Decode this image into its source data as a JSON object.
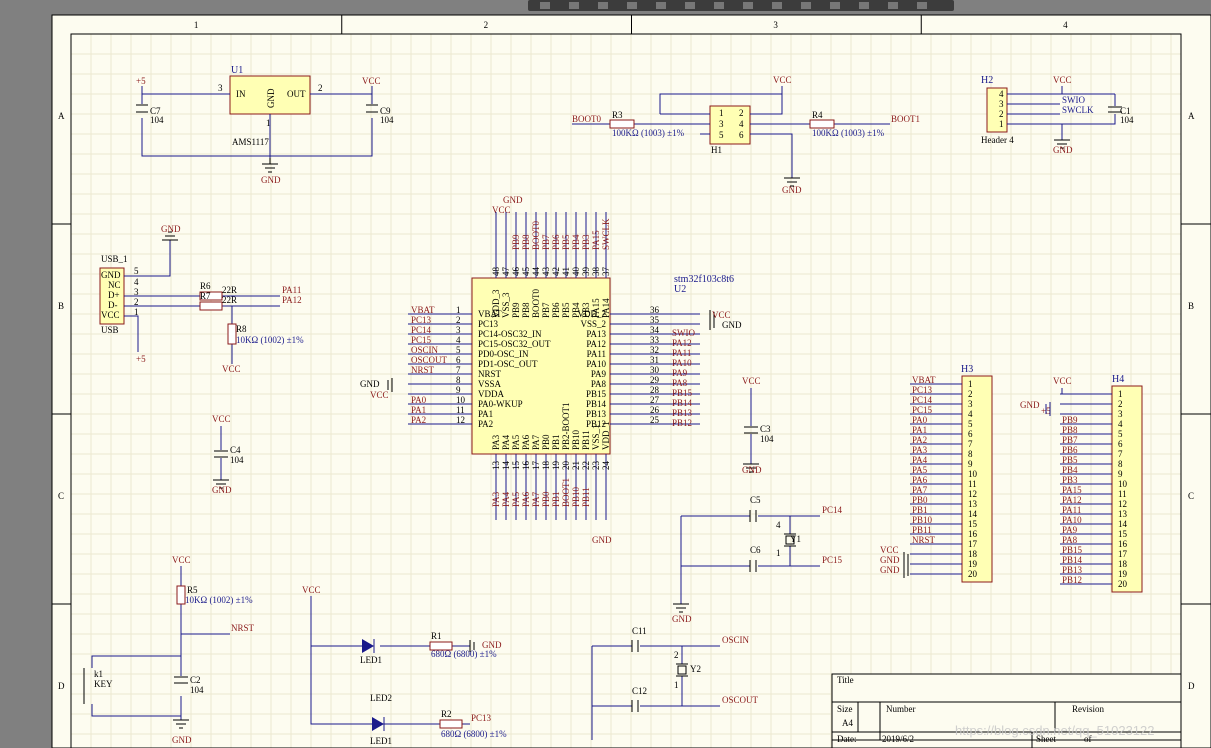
{
  "frame": {
    "columns": [
      "1",
      "2",
      "3",
      "4"
    ],
    "rows": [
      "A",
      "B",
      "C",
      "D"
    ]
  },
  "regulator": {
    "ref": "U1",
    "part": "AMS1117",
    "in_pin": "IN",
    "gnd_pin": "GND",
    "out_pin": "OUT",
    "pin_in": "3",
    "pin_out": "2",
    "pin_gnd": "1",
    "in_net": "+5",
    "out_net": "VCC",
    "gnd": "GND",
    "c_in": {
      "ref": "C7",
      "value": "104"
    },
    "c_out": {
      "ref": "C9",
      "value": "104"
    }
  },
  "boot": {
    "ref": "H1",
    "net_left": "BOOT0",
    "net_right": "BOOT1",
    "vcc": "VCC",
    "gnd": "GND",
    "r_left": {
      "ref": "R3",
      "value": "100KΩ (1003) ±1%"
    },
    "r_right": {
      "ref": "R4",
      "value": "100KΩ (1003) ±1%"
    },
    "pins": [
      "1",
      "2",
      "3",
      "4",
      "5",
      "6"
    ]
  },
  "swd": {
    "ref": "H2",
    "part": "Header 4",
    "pins": [
      "4",
      "3",
      "2",
      "1"
    ],
    "nets": [
      "SWIO",
      "SWCLK"
    ],
    "vcc": "VCC",
    "gnd": "GND",
    "cap": {
      "ref": "C1",
      "value": "104"
    }
  },
  "usb": {
    "ref": "USB_1",
    "label": "USB",
    "pins": [
      "GND",
      "NC",
      "D+",
      "D-",
      "VCC"
    ],
    "pin_nums": [
      "5",
      "4",
      "3",
      "2",
      "1"
    ],
    "gnd": "GND",
    "vbus": "+5",
    "r6": {
      "ref": "R6",
      "value": "22R"
    },
    "r7": {
      "ref": "R7",
      "value": "22R"
    },
    "r8": {
      "ref": "R8",
      "value": "10KΩ (1002) ±1%"
    },
    "r8_vcc": "VCC",
    "net_dp": "PA11",
    "net_dm": "PA12"
  },
  "mcu": {
    "ref": "U2",
    "part": "stm32f103c8t6",
    "vcc": "VCC",
    "gnd": "GND",
    "left": [
      {
        "n": "1",
        "pin": "VBAT",
        "net": "VBAT"
      },
      {
        "n": "2",
        "pin": "PC13",
        "net": "PC13"
      },
      {
        "n": "3",
        "pin": "PC14-OSC32_IN",
        "net": "PC14"
      },
      {
        "n": "4",
        "pin": "PC15-OSC32_OUT",
        "net": "PC15"
      },
      {
        "n": "5",
        "pin": "PD0-OSC_IN",
        "net": "OSCIN"
      },
      {
        "n": "6",
        "pin": "PD1-OSC_OUT",
        "net": "OSCOUT"
      },
      {
        "n": "7",
        "pin": "NRST",
        "net": "NRST"
      },
      {
        "n": "8",
        "pin": "VSSA",
        "net": ""
      },
      {
        "n": "9",
        "pin": "VDDA",
        "net": ""
      },
      {
        "n": "10",
        "pin": "PA0-WKUP",
        "net": "PA0"
      },
      {
        "n": "11",
        "pin": "PA1",
        "net": "PA1"
      },
      {
        "n": "12",
        "pin": "PA2",
        "net": "PA2"
      }
    ],
    "right": [
      {
        "n": "36",
        "pin": "VDD_2",
        "net": ""
      },
      {
        "n": "35",
        "pin": "VSS_2",
        "net": ""
      },
      {
        "n": "34",
        "pin": "PA13",
        "net": "SWIO"
      },
      {
        "n": "33",
        "pin": "PA12",
        "net": "PA12"
      },
      {
        "n": "32",
        "pin": "PA11",
        "net": "PA11"
      },
      {
        "n": "31",
        "pin": "PA10",
        "net": "PA10"
      },
      {
        "n": "30",
        "pin": "PA9",
        "net": "PA9"
      },
      {
        "n": "29",
        "pin": "PA8",
        "net": "PA8"
      },
      {
        "n": "28",
        "pin": "PB15",
        "net": "PB15"
      },
      {
        "n": "27",
        "pin": "PB14",
        "net": "PB14"
      },
      {
        "n": "26",
        "pin": "PB13",
        "net": "PB13"
      },
      {
        "n": "25",
        "pin": "PB12",
        "net": "PB12"
      }
    ],
    "top": [
      {
        "n": "48",
        "pin": "VDD_3",
        "net": ""
      },
      {
        "n": "47",
        "pin": "VSS_3",
        "net": ""
      },
      {
        "n": "46",
        "pin": "PB9",
        "net": "PB9"
      },
      {
        "n": "45",
        "pin": "PB8",
        "net": "PB8"
      },
      {
        "n": "44",
        "pin": "BOOT0",
        "net": "BOOT0"
      },
      {
        "n": "43",
        "pin": "PB7",
        "net": "PB7"
      },
      {
        "n": "42",
        "pin": "PB6",
        "net": "PB6"
      },
      {
        "n": "41",
        "pin": "PB5",
        "net": "PB5"
      },
      {
        "n": "40",
        "pin": "PB4",
        "net": "PB4"
      },
      {
        "n": "39",
        "pin": "PB3",
        "net": "PB3"
      },
      {
        "n": "38",
        "pin": "PA15",
        "net": "PA15"
      },
      {
        "n": "37",
        "pin": "PA14",
        "net": "SWCLK"
      }
    ],
    "bottom": [
      {
        "n": "13",
        "pin": "PA3",
        "net": "PA3"
      },
      {
        "n": "14",
        "pin": "PA4",
        "net": "PA4"
      },
      {
        "n": "15",
        "pin": "PA5",
        "net": "PA5"
      },
      {
        "n": "16",
        "pin": "PA6",
        "net": "PA6"
      },
      {
        "n": "17",
        "pin": "PA7",
        "net": "PA7"
      },
      {
        "n": "18",
        "pin": "PB0",
        "net": "PB0"
      },
      {
        "n": "19",
        "pin": "PB1",
        "net": "PB1"
      },
      {
        "n": "20",
        "pin": "PB2-BOOT1",
        "net": "BOOT1"
      },
      {
        "n": "21",
        "pin": "PB10",
        "net": "PB10"
      },
      {
        "n": "22",
        "pin": "PB11",
        "net": "PB11"
      },
      {
        "n": "23",
        "pin": "VSS_1",
        "net": ""
      },
      {
        "n": "24",
        "pin": "VDD_1",
        "net": ""
      }
    ]
  },
  "c3": {
    "ref": "C3",
    "value": "104",
    "vcc": "VCC",
    "gnd": "GND"
  },
  "c4": {
    "ref": "C4",
    "value": "104",
    "vcc": "VCC",
    "gnd": "GND"
  },
  "crystal32": {
    "ref": "Y1",
    "c_a": "C5",
    "c_b": "C6",
    "net_a": "PC14",
    "net_b": "PC15",
    "gnd": "GND",
    "p_a": "4",
    "p_b": "1"
  },
  "crystal8": {
    "ref": "Y2",
    "c_a": "C11",
    "c_b": "C12",
    "net_a": "OSCIN",
    "net_b": "OSCOUT",
    "p_a": "2",
    "p_b": "1",
    "gnd": "GND"
  },
  "reset": {
    "vcc": "VCC",
    "r": {
      "ref": "R5",
      "value": "10KΩ (1002) ±1%"
    },
    "net": "NRST",
    "key": {
      "ref": "k1",
      "value": "KEY"
    },
    "cap": {
      "ref": "C2",
      "value": "104"
    },
    "gnd": "GND"
  },
  "leds": {
    "vcc": "VCC",
    "led1": {
      "ref": "LED1",
      "r": "R1",
      "value": "680Ω (6800) ±1%",
      "gnd": "GND"
    },
    "led2": {
      "ref": "LED2",
      "label": "LED1",
      "r": "R2",
      "value": "680Ω (6800) ±1%",
      "net": "PC13"
    }
  },
  "h3": {
    "ref": "H3",
    "nets": [
      "VBAT",
      "PC13",
      "PC14",
      "PC15",
      "PA0",
      "PA1",
      "PA2",
      "PA3",
      "PA4",
      "PA5",
      "PA6",
      "PA7",
      "PB0",
      "PB1",
      "PB10",
      "PB11",
      "NRST",
      "VCC",
      "GND",
      "GND"
    ],
    "pins": [
      "1",
      "2",
      "3",
      "4",
      "5",
      "6",
      "7",
      "8",
      "9",
      "10",
      "11",
      "12",
      "13",
      "14",
      "15",
      "16",
      "17",
      "18",
      "19",
      "20"
    ]
  },
  "h4": {
    "ref": "H4",
    "top_nets": [
      "VCC",
      "GND",
      "+5"
    ],
    "nets": [
      "",
      "",
      "",
      "PB9",
      "PB8",
      "PB7",
      "PB6",
      "PB5",
      "PB4",
      "PB3",
      "PA15",
      "PA12",
      "PA11",
      "PA10",
      "PA9",
      "PA8",
      "PB15",
      "PB14",
      "PB13",
      "PB12"
    ],
    "pins": [
      "1",
      "2",
      "3",
      "4",
      "5",
      "6",
      "7",
      "8",
      "9",
      "10",
      "11",
      "12",
      "13",
      "14",
      "15",
      "16",
      "17",
      "18",
      "19",
      "20"
    ]
  },
  "titleblock": {
    "title": "Title",
    "size_label": "Size",
    "size": "A4",
    "number_label": "Number",
    "revision_label": "Revision",
    "date_label": "Date:",
    "date": "2019/6/2",
    "sheet_label": "Sheet",
    "of": "of"
  },
  "watermark": "https://blog.csdn.net/qq_51023122"
}
